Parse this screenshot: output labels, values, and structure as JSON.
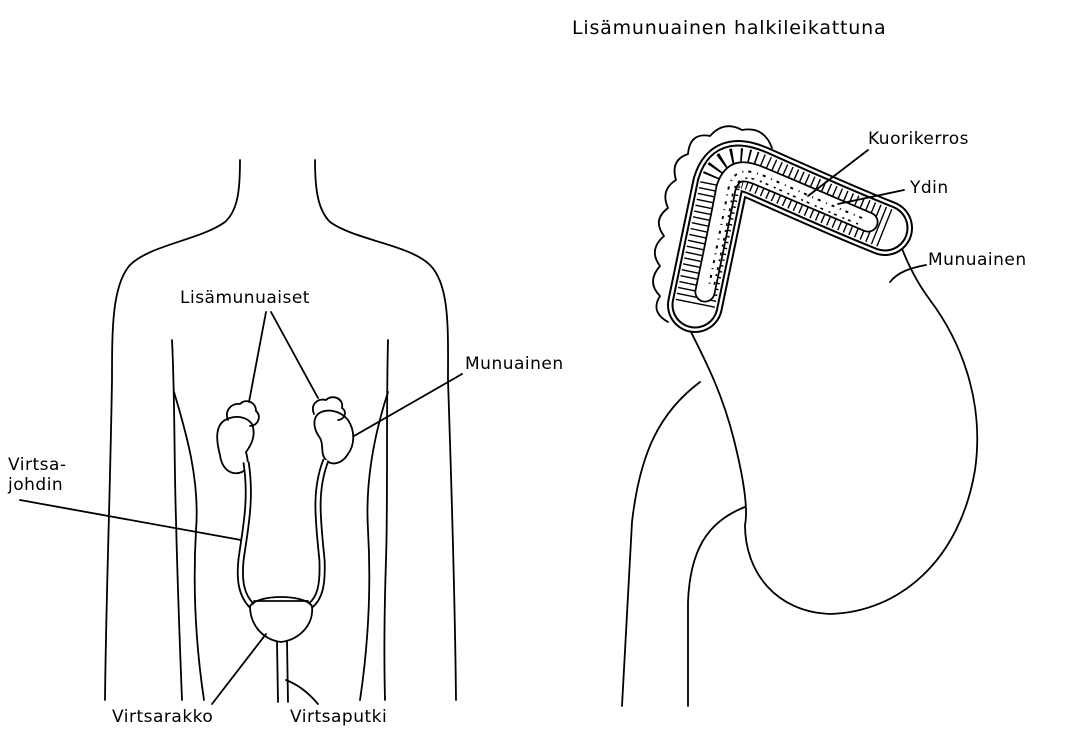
{
  "title": "Lisämunuainen halkileikattuna",
  "body_figure": {
    "labels": {
      "adrenal_glands": "Lisämunuaiset",
      "kidney": "Munuainen",
      "ureter_line1": "Virtsa-",
      "ureter_line2": "johdin",
      "bladder": "Virtsarakko",
      "urethra": "Virtsaputki"
    }
  },
  "section_figure": {
    "labels": {
      "cortex": "Kuorikerros",
      "medulla": "Ydin",
      "kidney": "Munuainen"
    }
  },
  "colors": {
    "ink": "#000000",
    "paper": "#ffffff"
  }
}
